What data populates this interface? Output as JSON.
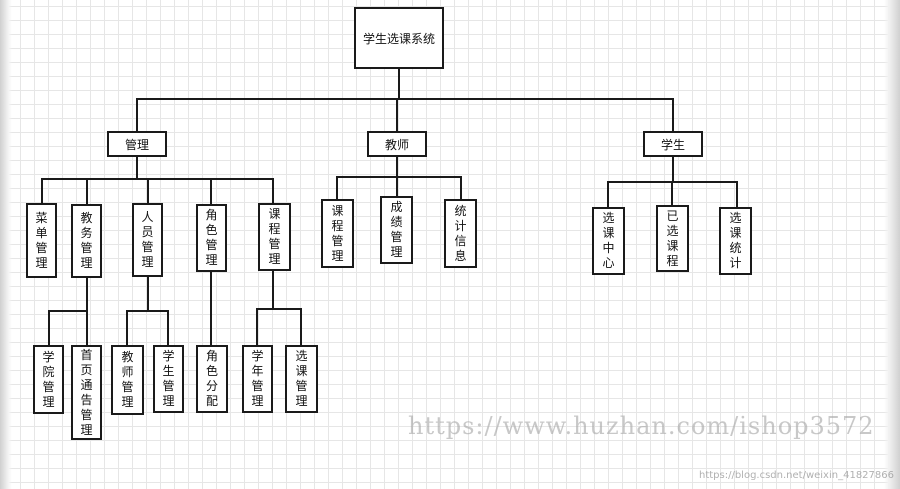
{
  "diagram": {
    "root": "学生选课系统",
    "branches": [
      {
        "label": "管理",
        "children": [
          {
            "label": "菜单管理",
            "children": []
          },
          {
            "label": "教务管理",
            "children": [
              "学院管理",
              "首页通告管理"
            ]
          },
          {
            "label": "人员管理",
            "children": [
              "教师管理",
              "学生管理"
            ]
          },
          {
            "label": "角色管理",
            "children": [
              "角色分配"
            ]
          },
          {
            "label": "课程管理",
            "children": [
              "学年管理",
              "选课管理"
            ]
          }
        ]
      },
      {
        "label": "教师",
        "children": [
          {
            "label": "课程管理",
            "children": []
          },
          {
            "label": "成绩管理",
            "children": []
          },
          {
            "label": "统计信息",
            "children": []
          }
        ]
      },
      {
        "label": "学生",
        "children": [
          {
            "label": "选课中心",
            "children": []
          },
          {
            "label": "已选课程",
            "children": []
          },
          {
            "label": "选课统计",
            "children": []
          }
        ]
      }
    ]
  },
  "watermark": "https://www.huzhan.com/ishop3572",
  "source_credit": "https://blog.csdn.net/weixin_41827866"
}
